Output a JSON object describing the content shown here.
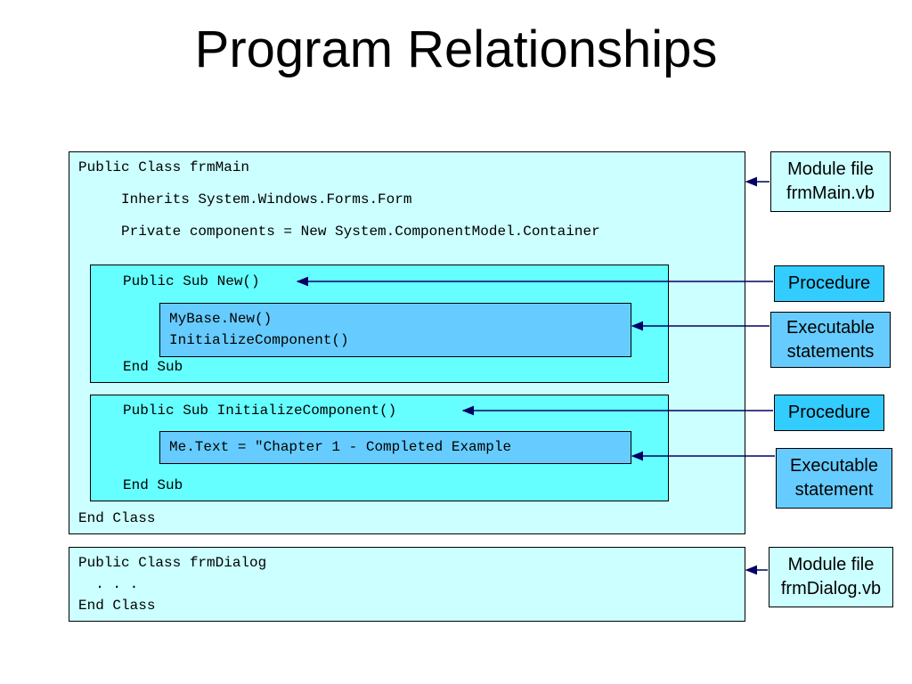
{
  "title": "Program Relationships",
  "colors": {
    "outer_box": "#ccffff",
    "inner_box": "#66ffff",
    "statement_box": "#66ccff",
    "module_label": "#ccffff",
    "procedure_label": "#33ccff",
    "statement_label": "#66ccff",
    "arrow": "#000066"
  },
  "frmMain": {
    "line1": "Public Class frmMain",
    "line2": "Inherits System.Windows.Forms.Form",
    "line3": "Private components = New System.ComponentModel.Container",
    "end": "End Class",
    "sub_new": {
      "header": "Public Sub New()",
      "stmt1": "MyBase.New()",
      "stmt2": "InitializeComponent()",
      "end": "End Sub"
    },
    "sub_init": {
      "header": "Public Sub InitializeComponent()",
      "stmt1": "Me.Text = \"Chapter 1 - Completed Example",
      "end": "End Sub"
    }
  },
  "frmDialog": {
    "line1": "Public Class frmDialog",
    "line2": "  . . .",
    "end": "End Class"
  },
  "labels": {
    "module_main_1": "Module file",
    "module_main_2": "frmMain.vb",
    "procedure_1": "Procedure",
    "exec_1a": "Executable",
    "exec_1b": "statements",
    "procedure_2": "Procedure",
    "exec_2a": "Executable",
    "exec_2b": "statement",
    "module_dialog_1": "Module file",
    "module_dialog_2": "frmDialog.vb"
  }
}
